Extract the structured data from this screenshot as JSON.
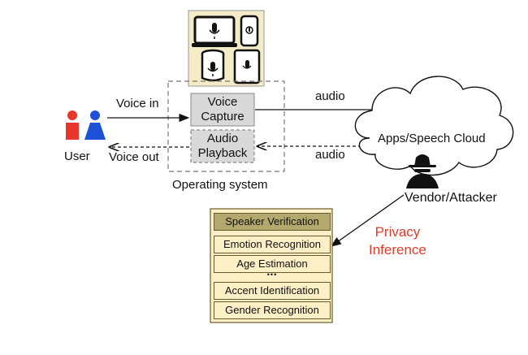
{
  "os": {
    "voice_capture": "Voice\nCapture",
    "audio_playback": "Audio\nPlayback",
    "label": "Operating system"
  },
  "flows": {
    "voice_in": "Voice in",
    "voice_out": "Voice out",
    "audio_top": "audio",
    "audio_bottom": "audio"
  },
  "user": {
    "label": "User"
  },
  "cloud": {
    "label": "Apps/Speech Cloud"
  },
  "attacker": {
    "label": "Vendor/Attacker"
  },
  "privacy": {
    "label": "Privacy\nInference",
    "color": "#e33b2a"
  },
  "inference_list": {
    "title": "Speaker Verification",
    "items": [
      "Emotion Recognition",
      "Age Estimation",
      "•••",
      "Accent Identification",
      "Gender Recognition"
    ]
  },
  "colors": {
    "user_red": "#e8362c",
    "user_blue": "#1d52d6",
    "device_panel": "#f4ebc7",
    "os_box": "#d9d9d9"
  }
}
